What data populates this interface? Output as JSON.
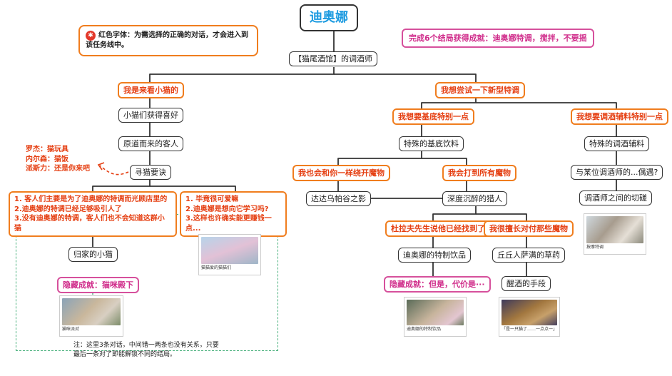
{
  "title": "迪奥娜",
  "legend": "红色字体：为需选择的正确的对话，才会进入到该任务线中。",
  "achievement_top": "完成6个结局获得成就：迪奥娜特调，搅拌，不要摇",
  "root": "【猫尾酒馆】的调酒师",
  "left": {
    "choice": "我是来看小猫的",
    "step1": "小猫们获得喜好",
    "step2": "原道而来的客人",
    "step3": "寻猫要诀",
    "cats_line1": "罗杰：猫玩具",
    "cats_line2": "内尔森：猫饭",
    "cats_line3": "派斯力：还是你来吧",
    "dialog_a": [
      "1. 客人们主要是为了迪奥娜的特调而光顾店里的",
      "2.迪奥娜的特调已经足够吸引人了",
      "3.没有迪奥娜的特调，客人们也不会知道这群小猫"
    ],
    "dialog_b": [
      "1. 毕竟很可爱嘛",
      "2.迪奥娜是想向它学习吗?",
      "3.这样也许确实能更赚钱一点..."
    ],
    "ending": "归家的小猫",
    "hidden": "隐藏成就：猫咪殿下",
    "thumb_a": "猫咪派对",
    "thumb_b": "猫猫爱的猫猫们",
    "note": [
      "注：这里3条对话，中间错一两条也没有关系，只要",
      "最后一条对了即能解锁不同的结局。"
    ]
  },
  "mid": {
    "choice": "我想尝试一下新型特调",
    "branch1": "我想要基底特别一点",
    "branch1_node": "特殊的基底饮料",
    "c1": "我也会和你一样绕开魔物",
    "c2": "我会打到所有魔物",
    "e1": "达达乌帕谷之影",
    "e2": "深度沉醉的猎人",
    "c3": "杜拉夫先生说他已经找到了",
    "c4": "我很擅长对付那些魔物",
    "e3": "迪奥娜的特制饮品",
    "e4": "丘丘人萨满的草药",
    "e5": "醒酒的手段",
    "hidden": "隐藏成就：但是，代价是···",
    "thumb_c": "迪奥娜的特制饮品",
    "thumb_d": "「是一只猫了……一点点一」"
  },
  "right": {
    "branch": "我想要调酒辅料特别一点",
    "node1": "特殊的调酒辅料",
    "node2": "与某位调酒师的...偶遇?",
    "node3": "调酒师之间的切磋",
    "thumb_e": "按摩特调"
  },
  "icons": {
    "legend": "exclamation-circle-icon"
  },
  "colors": {
    "accent_blue": "#1d9be0",
    "choice_orange": "#f07d1e",
    "choice_text": "#e53f12",
    "achievement_pink": "#d6509c",
    "note_green": "#48b07c"
  }
}
